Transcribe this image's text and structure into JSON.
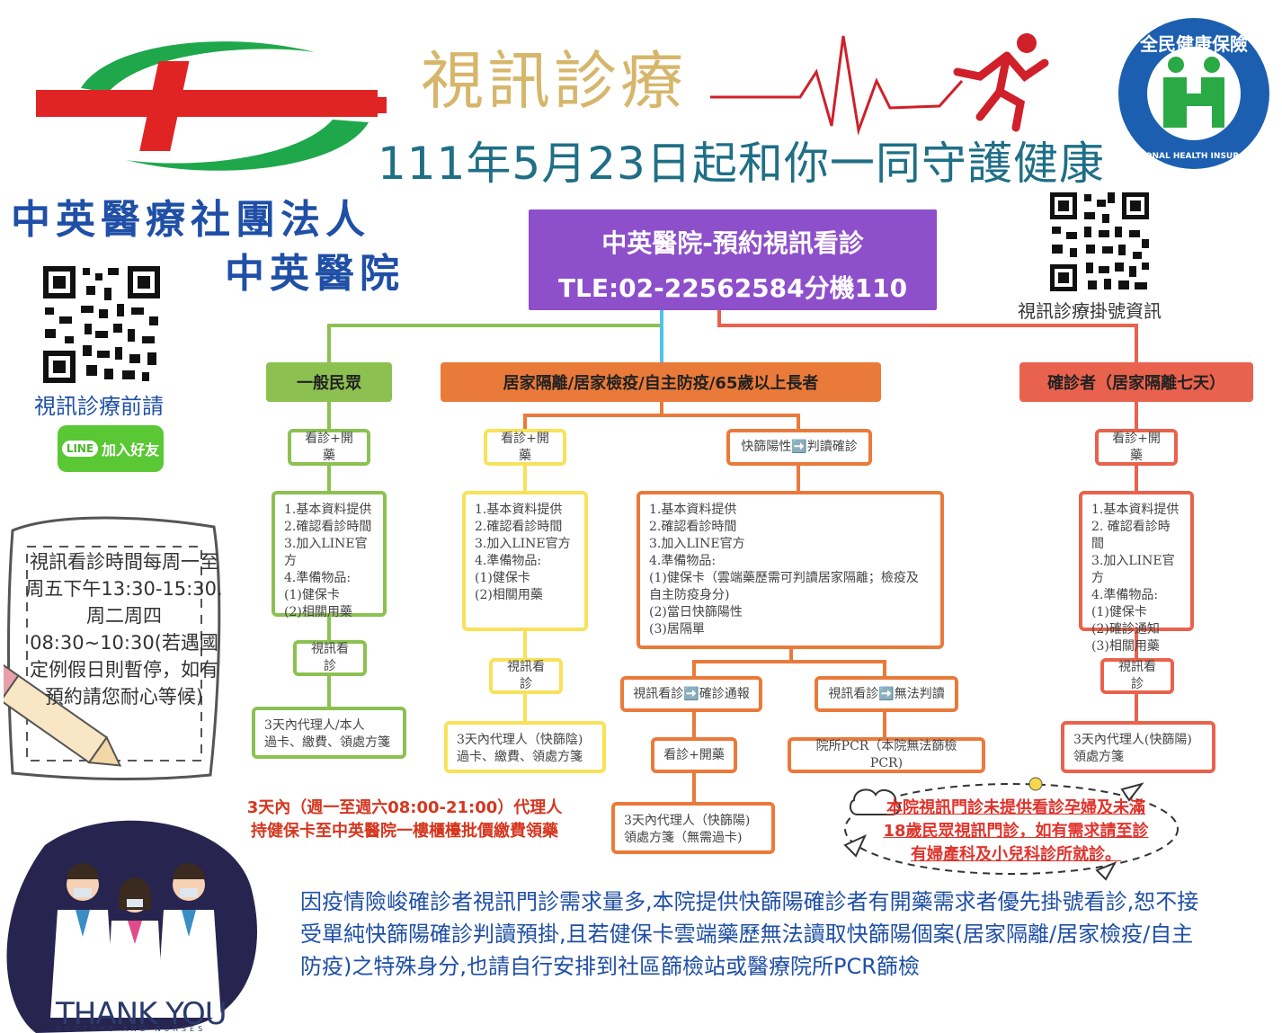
{
  "header": {
    "title": "視訊診療",
    "subtitle": "111年5月23日起和你一同守護健康",
    "org_name": "中英醫療社團法人",
    "hospital_name": "中英醫院"
  },
  "nhi_logo": {
    "text_top": "全民健康保險",
    "text_bottom": "NATIONAL HEALTH INSURANCE"
  },
  "left_panel": {
    "qr_label": "視訊診療前請",
    "line_badge": "LINE",
    "line_button": "加入好友",
    "hours_note": "視訊看診時間每周一至周五下午13:30-15:30.周二周四08:30~10:30(若遇國定例假日則暫停，如有預約請您耐心等候)"
  },
  "right_qr_label": "視訊診療掛號資訊",
  "top_box": {
    "line1": "中英醫院-預約視訊看診",
    "line2": "TLE:02-22562584分機110"
  },
  "categories": {
    "general": "一般民眾",
    "quarantine": "居家隔離/居家檢疫/自主防疫/65歲以上長者",
    "confirmed": "確診者（居家隔離七天）"
  },
  "general_flow": {
    "step1": "看診+開藥",
    "items": [
      "1.基本資料提供",
      "2.確認看診時間",
      "3.加入LINE官方",
      "4.準備物品:",
      "(1)健保卡",
      "(2)相關用藥"
    ],
    "step2": "視訊看診",
    "step3_l1": "3天內代理人/本人",
    "step3_l2": "過卡、繳費、領處方箋"
  },
  "quarantine_flow": {
    "step1": "看診+開藥",
    "items": [
      "1.基本資料提供",
      "2.確認看診時間",
      "3.加入LINE官方",
      "4.準備物品:",
      "(1)健保卡",
      "(2)相關用藥"
    ],
    "step2": "視訊看診",
    "step3_l1": "3天內代理人（快篩陰)",
    "step3_l2": "過卡、繳費、領處方箋"
  },
  "rapid_flow": {
    "step1": "快篩陽性➡️判讀確診",
    "items": [
      "1.基本資料提供",
      "2.確認看診時間",
      "3.加入LINE官方",
      "4.準備物品:",
      "(1)健保卡（雲端藥歷需可判讀居家隔離；檢疫及",
      "自主防疫身分)",
      "(2)當日快篩陽性",
      "(3)居隔單"
    ],
    "branch_a": "視訊看診➡️確診通報",
    "branch_a2": "看診+開藥",
    "branch_a3_l1": "3天內代理人（快篩陽)",
    "branch_a3_l2": "領處方箋（無需過卡)",
    "branch_b": "視訊看診➡️無法判讀",
    "branch_b2": "院所PCR（本院無法篩檢PCR)"
  },
  "confirmed_flow": {
    "step1": "看診+開藥",
    "items": [
      "1.基本資料提供",
      "2. 確認看診時間",
      "3.加入LINE官方",
      "4.準備物品:",
      "(1)健保卡",
      "(2)確診通知",
      "(3)相關用藥"
    ],
    "step2": "視訊看診",
    "step3_l1": "3天內代理人(快篩陽)",
    "step3_l2": "領處方箋"
  },
  "notes": {
    "proxy_l1": "3天內（週一至週六08:00-21:00）代理人",
    "proxy_l2": "持健保卡至中英醫院一樓櫃檯批價繳費領藥",
    "pregnant_l1": "本院視訊門診未提供看診孕婦及未滿",
    "pregnant_l2": "18歲民眾視訊門診，如有需求請至診",
    "pregnant_l3": "有婦產科及小兒科診所就診。"
  },
  "bottom_text": "因疫情險峻確診者視訊門診需求量多,本院提供快篩陽確診者有開藥需求者優先掛號看診,恕不接受單純快篩陽確診判讀預掛,且若健保卡雲端藥歷無法讀取快篩陽個案(居家隔離/居家檢疫/自主防疫)之特殊身分,也請自行安排到社區篩檢站或醫療院所PCR篩檢",
  "thank_you": {
    "main": "THANK YOU",
    "sub": "DOCTORS AND NURSES"
  },
  "colors": {
    "purple": "#8e4fcb",
    "green": "#8cc152",
    "orange": "#ea7a3a",
    "red_orange": "#e9624d",
    "yellow": "#f7e25a",
    "blue_text": "#1f4fa6",
    "teal": "#1f6f86"
  }
}
